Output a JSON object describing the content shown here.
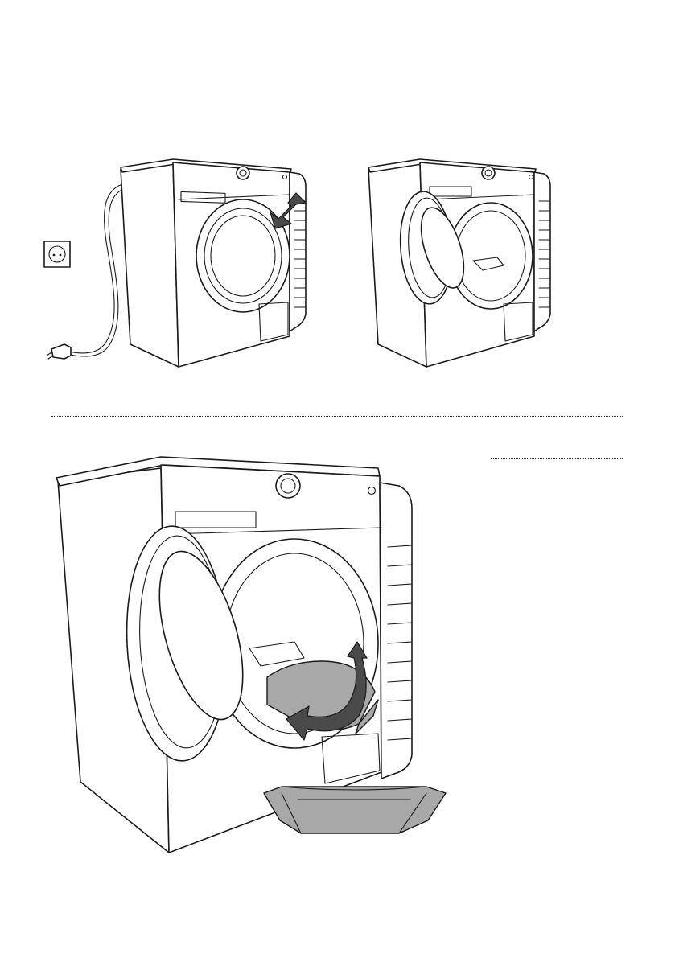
{
  "colors": {
    "line": "#1a1a1a",
    "accent_gray": "#a8a8a8",
    "arrow_dark": "#4a4a4a",
    "background": "#ffffff"
  },
  "figures": [
    {
      "name": "unplug-machine",
      "icons": [
        "wall-socket-icon",
        "power-plug-icon",
        "washing-machine-icon"
      ]
    },
    {
      "name": "press-door-open",
      "icons": [
        "washing-machine-icon",
        "press-arrow-icon"
      ]
    },
    {
      "name": "open-door",
      "icons": [
        "washing-machine-icon",
        "open-door-icon"
      ]
    },
    {
      "name": "remove-filter",
      "icons": [
        "washing-machine-icon",
        "filter-cap-icon",
        "rotate-arrow-icon",
        "drip-tray-icon"
      ]
    }
  ]
}
